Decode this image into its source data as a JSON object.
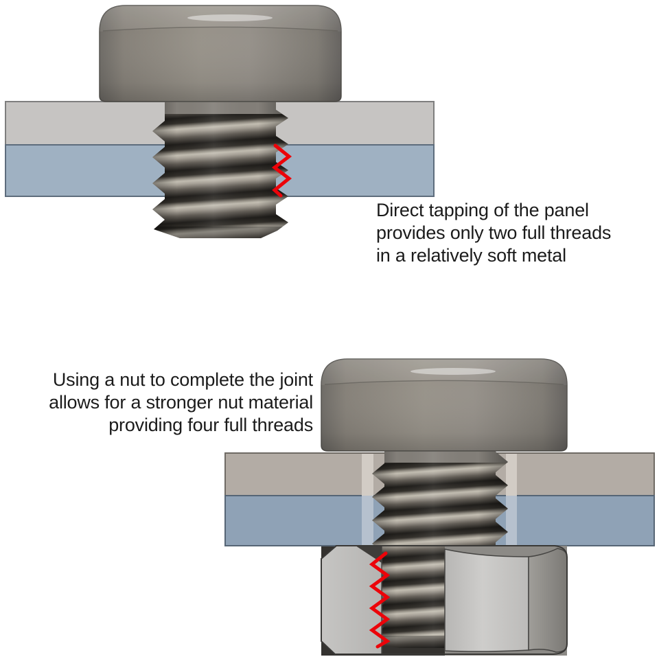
{
  "captions": {
    "direct_tapping": {
      "lines": [
        "Direct tapping of the panel",
        "provides only two full threads",
        "in a relatively soft metal"
      ]
    },
    "nut_joint": {
      "lines": [
        "Using a nut to complete the joint",
        "allows for a stronger nut material",
        "providing four full threads"
      ]
    }
  },
  "colors": {
    "background": "#ffffff",
    "text": "#1b1b1b",
    "thread_highlight_red": "#ec0309",
    "top_assembly": {
      "panel_gray": "#c6c4c2",
      "panel_gray_border": "#7e7e7e",
      "panel_blue": "#9fb1c2",
      "panel_blue_border": "#5d6c7c"
    },
    "bottom_assembly": {
      "panel_gray": "#b3aca5",
      "panel_gray_border": "#6f6a64",
      "panel_blue": "#8fa2b6",
      "panel_blue_border": "#566575",
      "hole_wall_gray": "#d2ccc5",
      "hole_wall_blue": "#b6c1ce",
      "nut_cut_face": "#c2c1bf",
      "nut_front_face": "#c8c7c5",
      "nut_side_face": "#8c8a86",
      "nut_interior_dark": "#34322f"
    },
    "screw": {
      "head_mid": "#97928a",
      "smooth_shank": "#837f79",
      "thread_light": "#a49f95",
      "thread_dark": "#26241f"
    }
  }
}
